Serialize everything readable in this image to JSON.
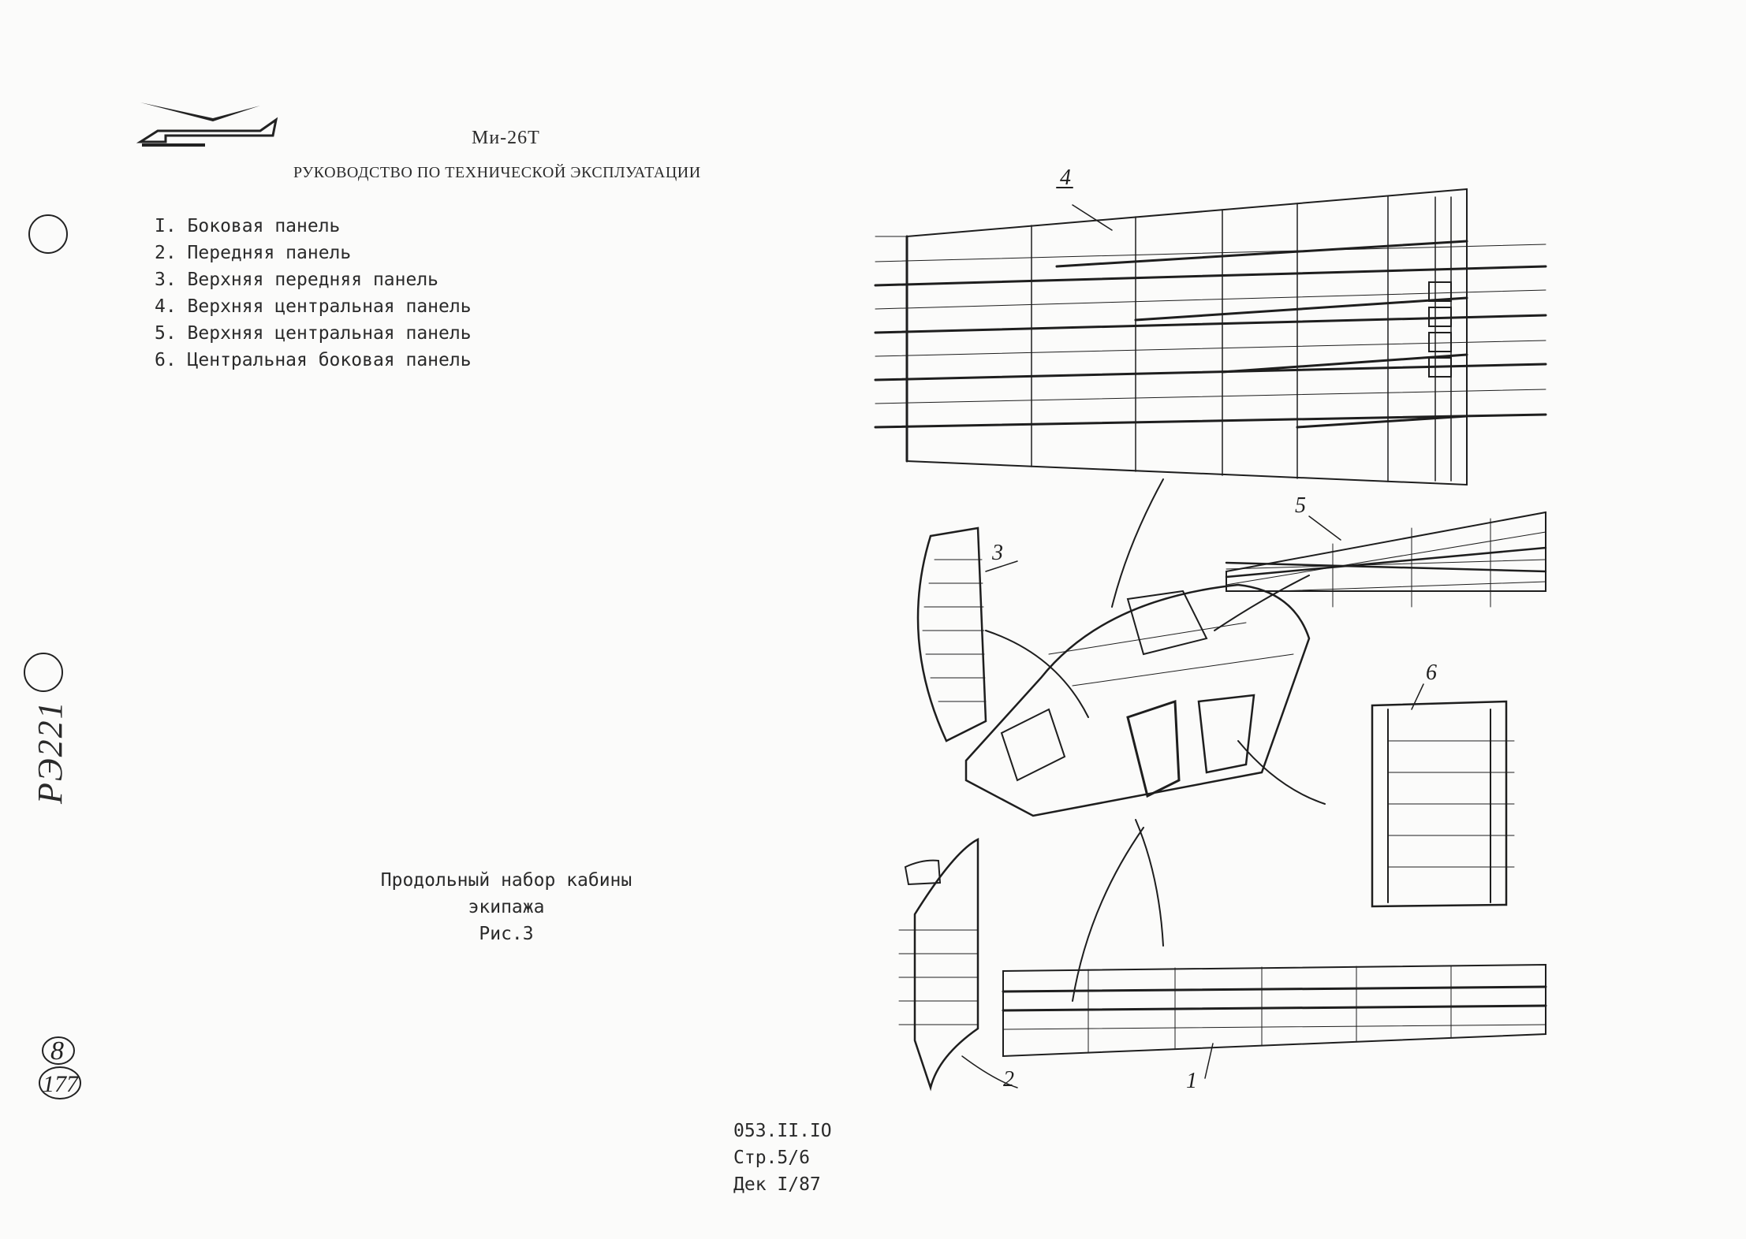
{
  "header": {
    "model": "Ми-26Т",
    "title": "РУКОВОДСТВО ПО ТЕХНИЧЕСКОЙ ЭКСПЛУАТАЦИИ"
  },
  "legend": [
    "I. Боковая панель",
    "2. Передняя панель",
    "3. Верхняя передняя панель",
    "4. Верхняя центральная панель",
    "5. Верхняя центральная панель",
    "6. Центральная боковая панель"
  ],
  "caption": {
    "title": "Продольный набор кабины экипажа",
    "figure": "Рис.3"
  },
  "doc": {
    "code": "053.II.IO",
    "page": "Стр.5/6",
    "date": "Дек I/87"
  },
  "margin_notes": {
    "side_code": "РЭ221",
    "stamp_top": "8",
    "stamp_bottom": "177"
  },
  "callouts": [
    "1",
    "2",
    "3",
    "4",
    "5",
    "6"
  ]
}
